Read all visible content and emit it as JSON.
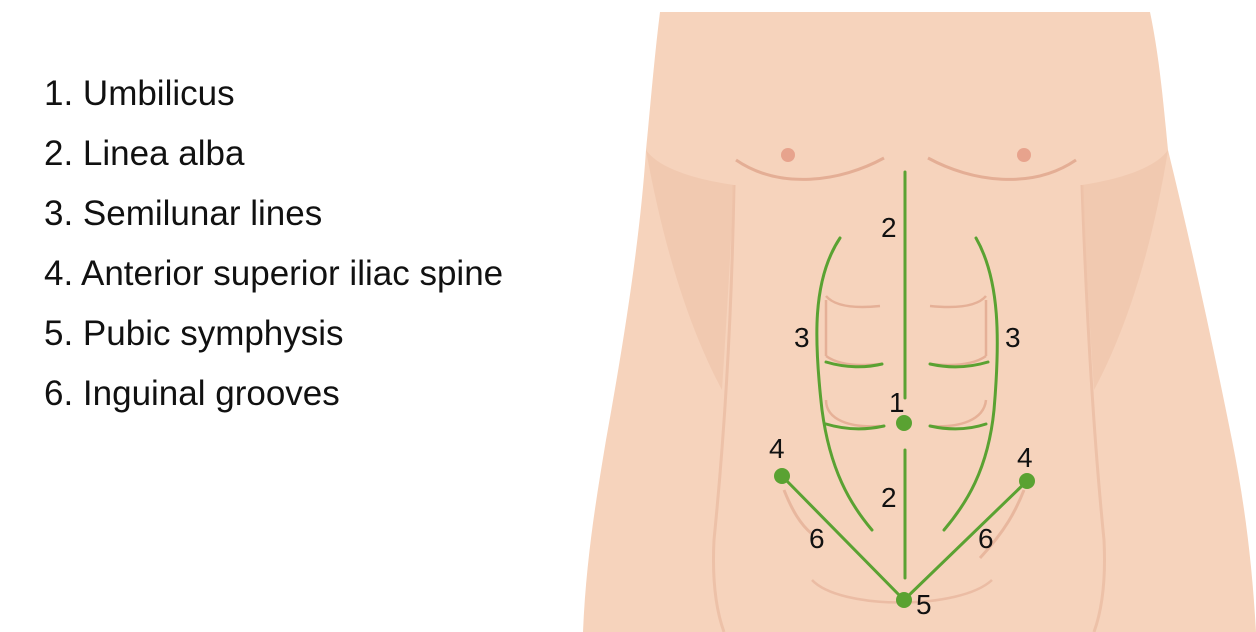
{
  "legend": [
    "1. Umbilicus",
    "2. Linea alba",
    "3. Semilunar lines",
    "4. Anterior superior iliac spine",
    "5. Pubic symphysis",
    "6. Inguinal grooves"
  ],
  "callouts": {
    "umbilicus": "1",
    "linea_alba_upper": "2",
    "linea_alba_lower": "2",
    "semilunar_left": "3",
    "semilunar_right": "3",
    "asis_left": "4",
    "asis_right": "4",
    "pubic_symphysis": "5",
    "inguinal_left": "6",
    "inguinal_right": "6"
  },
  "colors": {
    "skin": "#f6d3bc",
    "skin_shadow": "#eab9a0",
    "skin_crease": "#e0a58b",
    "nipple": "#e7a38d",
    "landmark_green": "#5aa232",
    "text": "#111111"
  }
}
